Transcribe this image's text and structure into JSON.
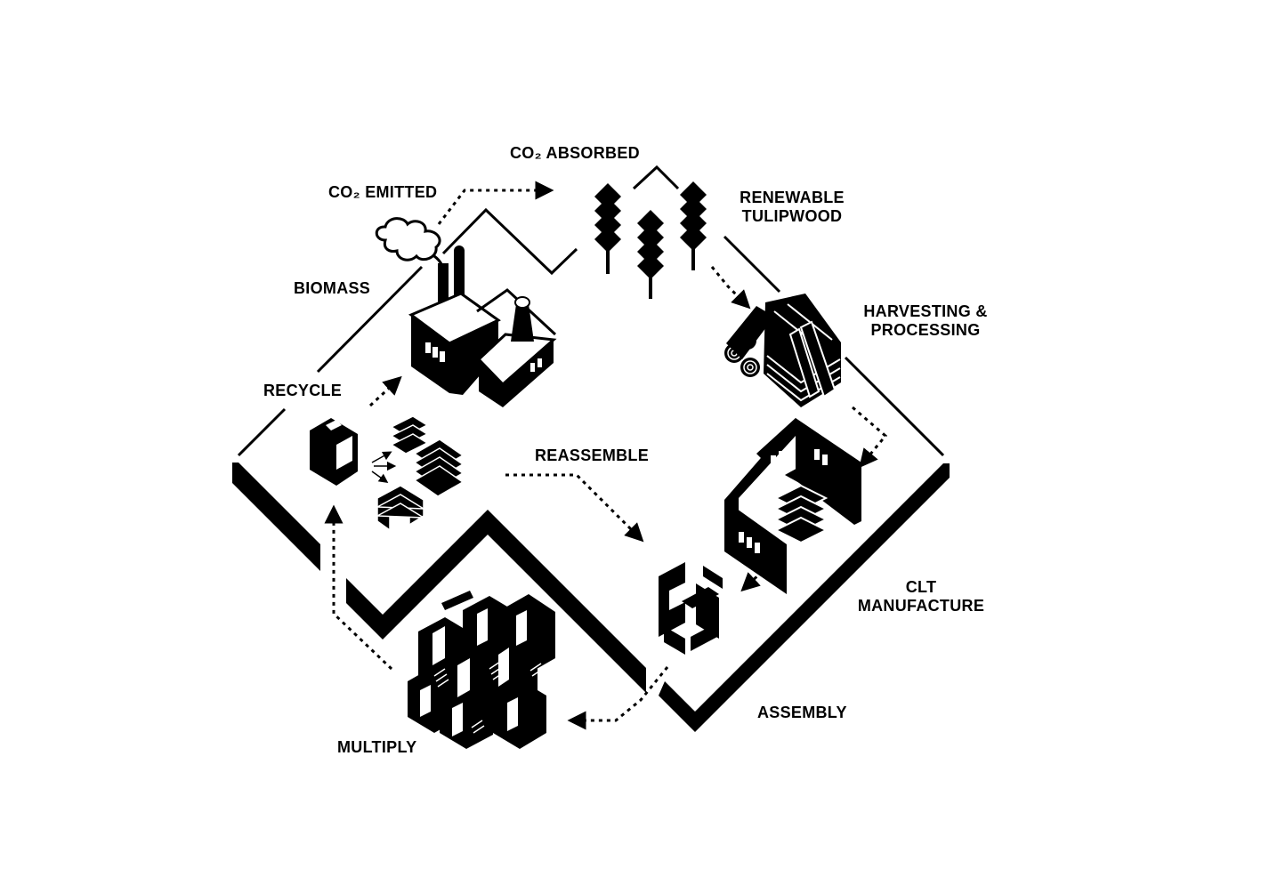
{
  "labels": {
    "co2_absorbed": "CO₂ ABSORBED",
    "co2_emitted": "CO₂ EMITTED",
    "renewable_line1": "RENEWABLE",
    "renewable_line2": "TULIPWOOD",
    "harvesting_line1": "HARVESTING &",
    "harvesting_line2": "PROCESSING",
    "biomass": "BIOMASS",
    "recycle": "RECYCLE",
    "reassemble": "REASSEMBLE",
    "clt_line1": "CLT",
    "clt_line2": "MANUFACTURE",
    "assembly": "ASSEMBLY",
    "multiply": "MULTIPLY"
  },
  "icons": [
    "factory-icon",
    "smoke-cloud-icon",
    "tree-icon",
    "log-pile-icon",
    "clt-panel-house-icon",
    "module-frame-icon",
    "disassembled-parts-icon",
    "module-cluster-icon",
    "arrow-icon"
  ],
  "colors": {
    "ink": "#000000",
    "paper": "#ffffff"
  }
}
